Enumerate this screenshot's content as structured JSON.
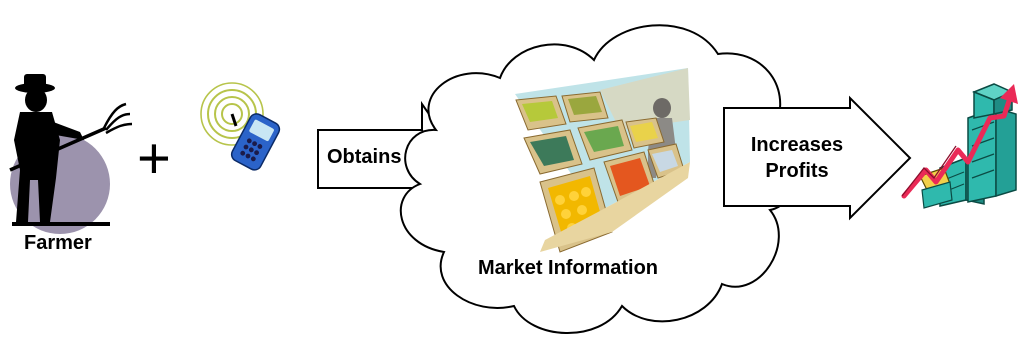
{
  "diagram": {
    "farmer": {
      "label": "Farmer",
      "icon": "farmer-with-pitchfork-icon"
    },
    "operator": {
      "symbol": "+"
    },
    "phone": {
      "icon": "mobile-phone-icon"
    },
    "arrow_obtains": {
      "label": "Obtains"
    },
    "cloud": {
      "label": "Market Information",
      "icon": "market-produce-stall-icon"
    },
    "arrow_profits": {
      "label_line1": "Increases",
      "label_line2": "Profits"
    },
    "growth": {
      "icon": "rising-profit-chart-icon"
    }
  },
  "colors": {
    "outline": "#000000",
    "farmer_disc": "#9c93ad",
    "phone_body": "#2b63c9",
    "phone_rings": "#b7c44a",
    "arrow_profit": "#ea2a57",
    "building_teal": "#2fb9ad"
  }
}
